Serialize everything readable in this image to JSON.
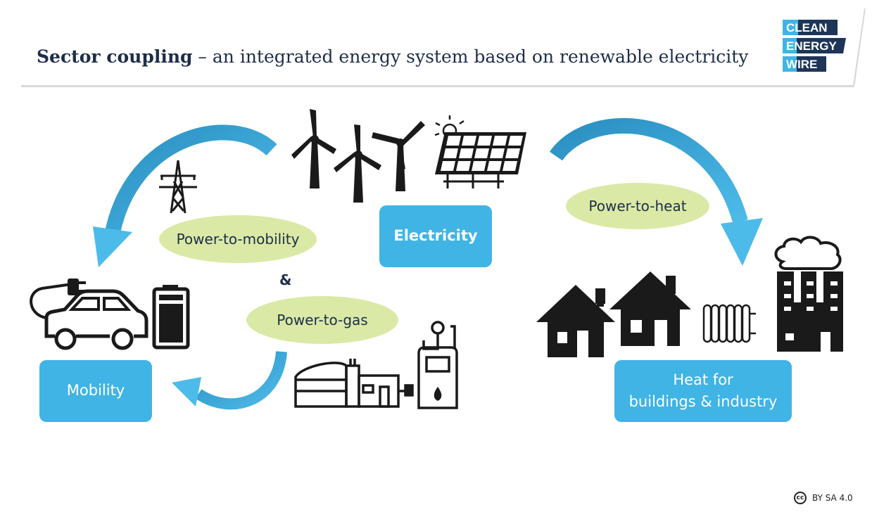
{
  "header": {
    "title_bold": "Sector coupling",
    "title_rest": " – an integrated energy system based on renewable electricity"
  },
  "logo": {
    "line1": "CLEAN",
    "line2": "ENERGY",
    "line3": "WIRE"
  },
  "nodes": {
    "electricity": "Electricity",
    "mobility": "Mobility",
    "heat_line1": "Heat for",
    "heat_line2": "buildings & industry"
  },
  "labels": {
    "power_to_mobility": "Power-to-mobility",
    "ampersand": "&",
    "power_to_gas": "Power-to-gas",
    "power_to_heat": "Power-to-heat"
  },
  "license": {
    "text": "BY SA 4.0",
    "badge": "cc"
  },
  "icons": [
    "wind-turbine-icon",
    "solar-panel-icon",
    "transmission-tower-icon",
    "electric-car-icon",
    "battery-icon",
    "biogas-plant-icon",
    "gas-boiler-icon",
    "house-icon",
    "radiator-icon",
    "factory-icon"
  ],
  "colors": {
    "node_blue": "#40b4e5",
    "label_green": "#dbe9a6",
    "arrow_blue": "#3da9d8",
    "title_navy": "#1d2d4a",
    "icon_black": "#1a1a1a"
  }
}
